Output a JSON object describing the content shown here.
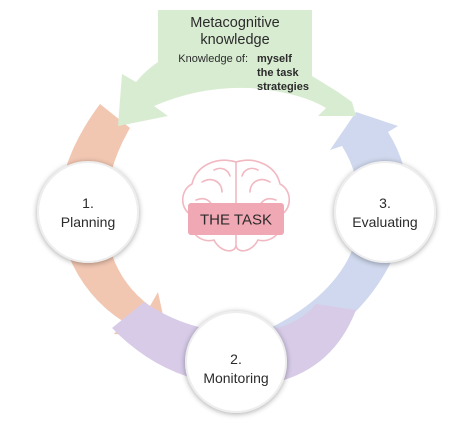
{
  "knowledge": {
    "title_line1": "Metacognitive",
    "title_line2": "knowledge",
    "prefix": "Knowledge of:",
    "items": [
      "myself",
      "the task",
      "strategies"
    ]
  },
  "center": {
    "label": "THE TASK",
    "icon": "brain-icon"
  },
  "steps": [
    {
      "number": "1.",
      "name": "Planning"
    },
    {
      "number": "2.",
      "name": "Monitoring"
    },
    {
      "number": "3.",
      "name": "Evaluating"
    }
  ],
  "colors": {
    "knowledge_arrow": "#d8ecd2",
    "planning_arrow": "#f2c7b2",
    "monitoring_arrow": "#d7cbe8",
    "evaluating_arrow": "#cfd8ee",
    "task_box": "#f0a8b4",
    "brain": "#f2b8c2",
    "circle_shadow": "#d9d9d9"
  }
}
